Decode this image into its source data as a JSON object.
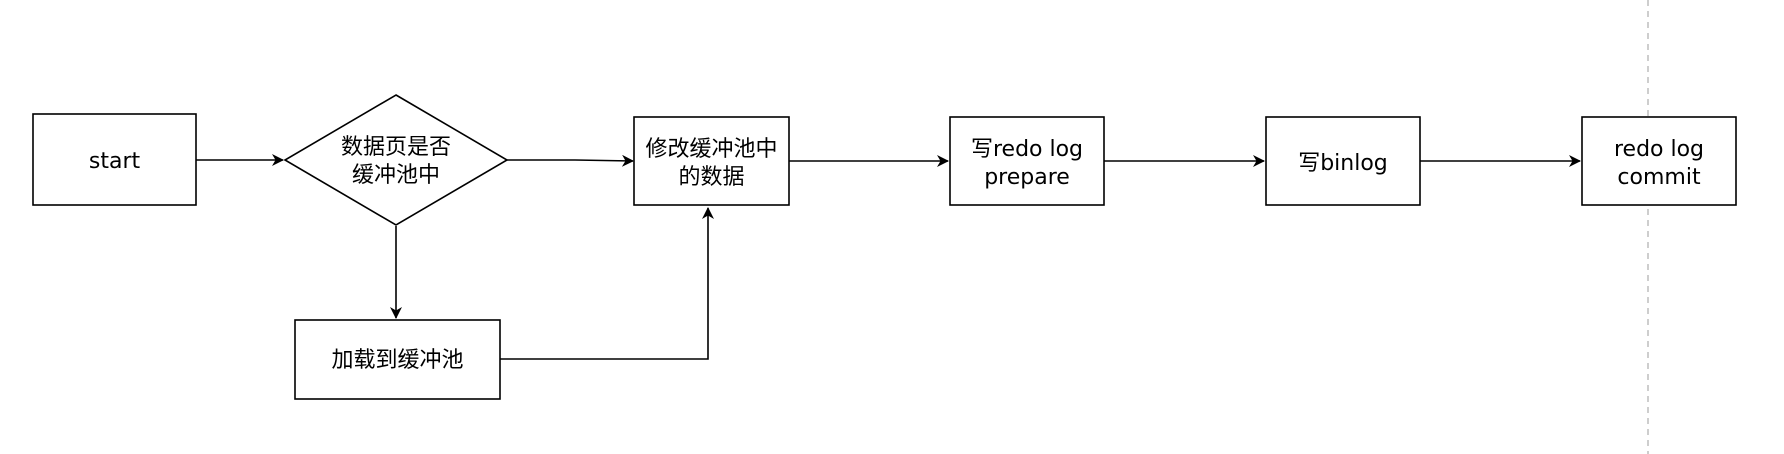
{
  "diagram": {
    "nodes": {
      "start": {
        "label": "start"
      },
      "check_page": {
        "line1": "数据页是否",
        "line2": "缓冲池中"
      },
      "load": {
        "label": "加载到缓冲池"
      },
      "modify": {
        "line1": "修改缓冲池中",
        "line2": "的数据"
      },
      "redo_prepare": {
        "line1": "写redo log",
        "line2": "prepare"
      },
      "binlog": {
        "label": "写binlog"
      },
      "redo_commit": {
        "line1": "redo log",
        "line2": "commit"
      }
    },
    "edges": [
      {
        "from": "start",
        "to": "check_page"
      },
      {
        "from": "check_page",
        "to": "modify"
      },
      {
        "from": "check_page",
        "to": "load"
      },
      {
        "from": "load",
        "to": "modify"
      },
      {
        "from": "modify",
        "to": "redo_prepare"
      },
      {
        "from": "redo_prepare",
        "to": "binlog"
      },
      {
        "from": "binlog",
        "to": "redo_commit"
      }
    ]
  }
}
